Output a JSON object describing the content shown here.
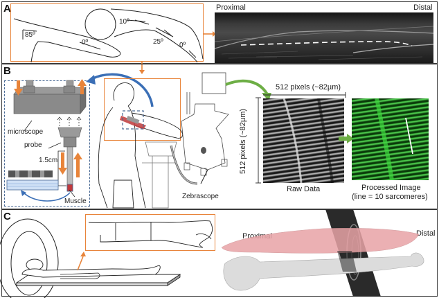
{
  "figure": {
    "panels": [
      {
        "id": "A",
        "label": "A",
        "angles": [
          "85º",
          "0º",
          "10º",
          "25º",
          "0º"
        ],
        "ultrasound": {
          "left_label": "Proximal",
          "right_label": "Distal"
        }
      },
      {
        "id": "B",
        "label": "B",
        "inset_labels": {
          "microscope": "microscope",
          "probe": "probe",
          "depth": "1.5cm",
          "muscle": "Muscle"
        },
        "device_label": "Zebrascope",
        "width_scale": "512 pixels (~82µm)",
        "height_scale": "512 pixels (~82µm)",
        "raw_caption": "Raw Data",
        "processed_caption_line1": "Processed Image",
        "processed_caption_line2": "(line = 10 sarcomeres)"
      },
      {
        "id": "C",
        "label": "C",
        "model": {
          "left_label": "Proximal",
          "right_label": "Distal"
        }
      }
    ],
    "colors": {
      "orange": "#E8843A",
      "blue_arrow": "#3B6FB6",
      "dashed_blue": "#4A6A95",
      "green_arrow": "#6DAE45",
      "muscle_red": "#C0393B",
      "muscle_pink": "#E8A3A6",
      "bone_gray": "#D9D9D9"
    }
  }
}
